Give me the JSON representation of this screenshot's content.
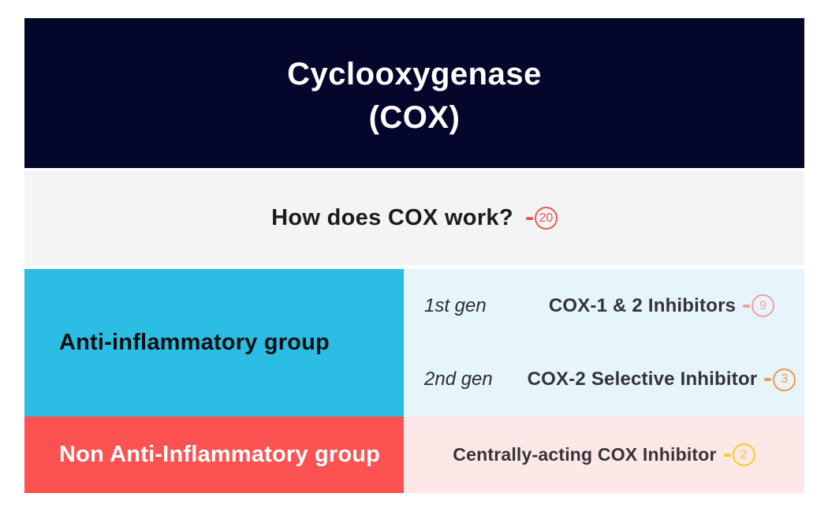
{
  "header": {
    "title_line1": "Cyclooxygenase",
    "title_line2": "(COX)",
    "bg": "#04062b"
  },
  "question": {
    "label": "How does COX work?",
    "count": "20",
    "count_color": "#f4564e"
  },
  "groups": {
    "anti": {
      "label": "Anti-inflammatory group",
      "bg": "#2bbde4",
      "rows": [
        {
          "gen": "1st gen",
          "label": "COX-1 & 2 Inhibitors",
          "count": "9",
          "count_color": "#f79f9b"
        },
        {
          "gen": "2nd gen",
          "label": "COX-2 Selective Inhibitor",
          "count": "3",
          "count_color": "#f0984a"
        }
      ]
    },
    "non_anti": {
      "label": "Non Anti-Inflammatory group",
      "bg": "#fc5352",
      "rows": [
        {
          "label": "Centrally-acting COX Inhibitor",
          "count": "2",
          "count_color": "#eed026"
        }
      ]
    }
  },
  "palette": {
    "gens_panel_bg": "#e6f5fc",
    "central_panel_bg": "#fde7e7",
    "question_band_bg": "#f4f4f5"
  }
}
